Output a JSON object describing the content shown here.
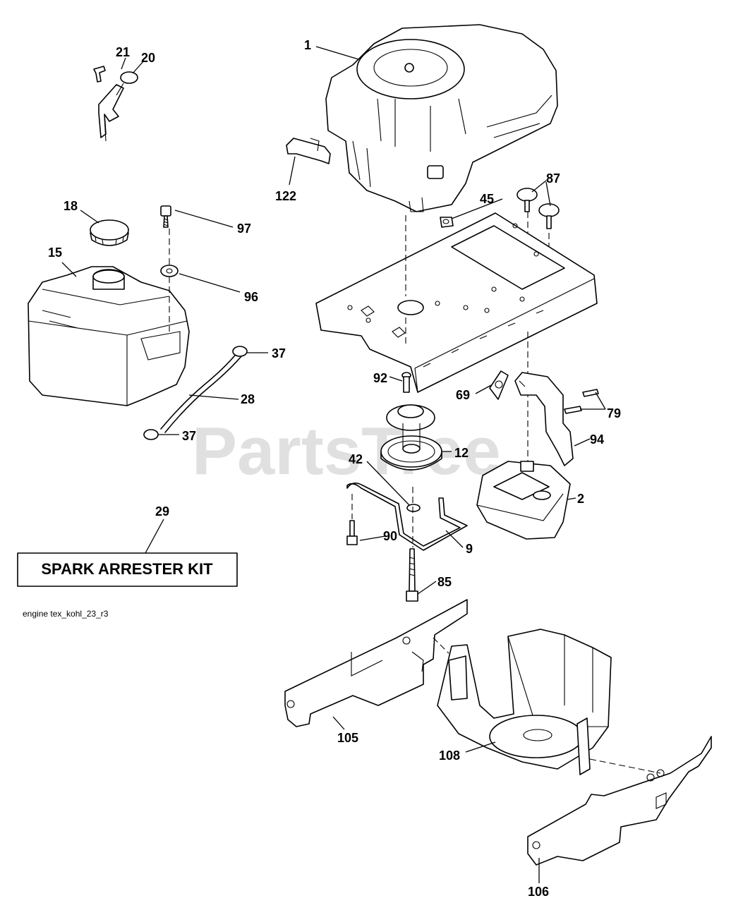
{
  "diagram": {
    "watermark": "PartsTree",
    "watermark_tm": "™",
    "reference_code": "engine tex_kohl_23_r3",
    "kit_label": "SPARK ARRESTER KIT",
    "callouts": {
      "c1": "1",
      "c2": "2",
      "c9": "9",
      "c12": "12",
      "c15": "15",
      "c18": "18",
      "c20": "20",
      "c21": "21",
      "c28": "28",
      "c29": "29",
      "c37a": "37",
      "c37b": "37",
      "c42": "42",
      "c45": "45",
      "c69": "69",
      "c79": "79",
      "c85": "85",
      "c87": "87",
      "c90": "90",
      "c92": "92",
      "c94": "94",
      "c96": "96",
      "c97": "97",
      "c105": "105",
      "c106": "106",
      "c108": "108",
      "c122": "122"
    }
  }
}
